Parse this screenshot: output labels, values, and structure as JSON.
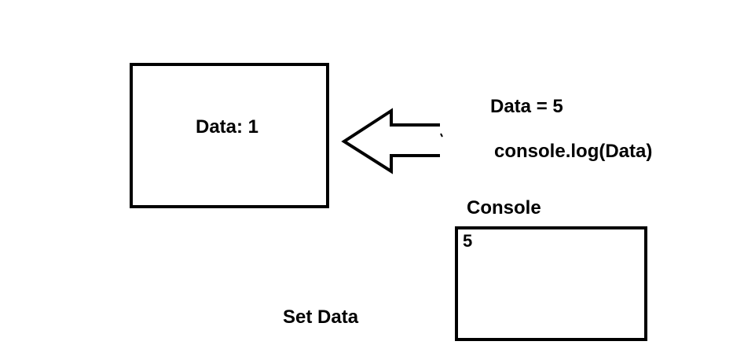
{
  "state_box": {
    "text": "Data: 1"
  },
  "code": {
    "assignment": "Data = 5",
    "log_call": "console.log(Data)"
  },
  "console": {
    "title": "Console",
    "output": "5"
  },
  "caption": {
    "text": "Set Data"
  },
  "arrow": {
    "direction": "left"
  }
}
